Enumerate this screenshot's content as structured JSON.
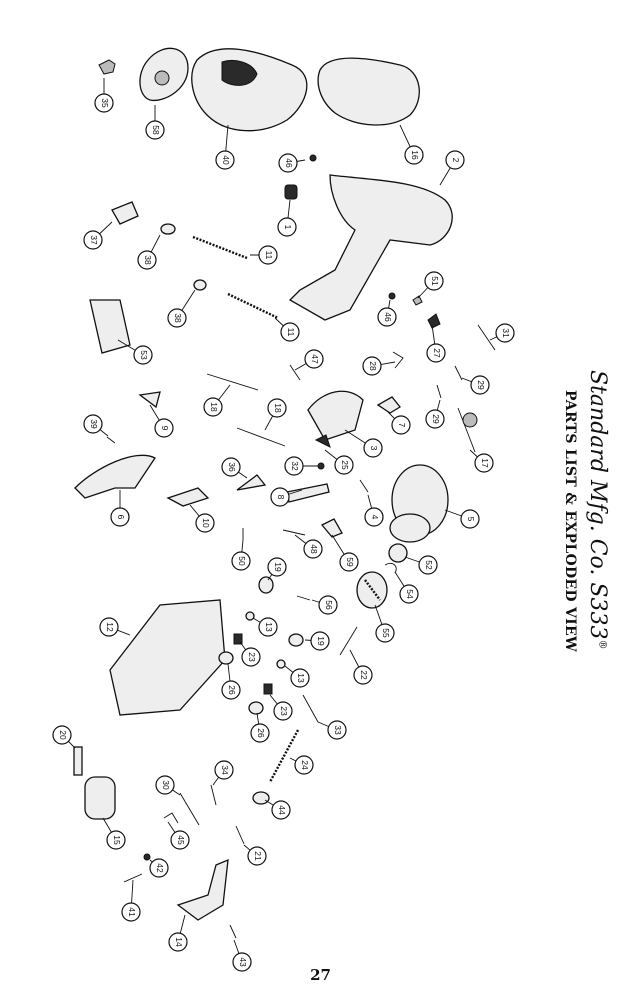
{
  "header": {
    "title": "Standard Mfg. Co. S333",
    "title_mark": "®",
    "subtitle": "PARTS LIST & EXPLODED VIEW"
  },
  "footer": {
    "page_number": "27"
  },
  "diagram": {
    "callouts": [
      "35",
      "58",
      "40",
      "16",
      "46",
      "2",
      "1",
      "37",
      "38",
      "11",
      "51",
      "46",
      "38",
      "11",
      "27",
      "31",
      "53",
      "47",
      "28",
      "29",
      "18",
      "9",
      "7",
      "29",
      "18",
      "3",
      "39",
      "17",
      "36",
      "32",
      "25",
      "6",
      "4",
      "10",
      "8",
      "5",
      "50",
      "48",
      "59",
      "52",
      "19",
      "56",
      "54",
      "13",
      "12",
      "55",
      "19",
      "22",
      "23",
      "26",
      "13",
      "23",
      "33",
      "26",
      "20",
      "24",
      "30",
      "34",
      "44",
      "15",
      "45",
      "21",
      "42",
      "41",
      "14",
      "43"
    ]
  }
}
